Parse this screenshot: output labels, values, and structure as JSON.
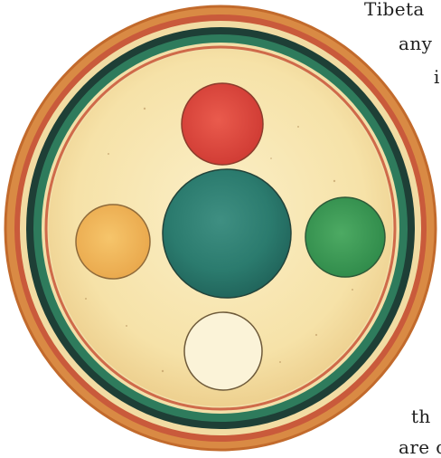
{
  "text_fragments": [
    {
      "text": "Tibeta"
    },
    {
      "text": "any"
    },
    {
      "text": "i"
    },
    {
      "text": "th"
    },
    {
      "text": "are c"
    }
  ],
  "painting": {
    "outer_rim_color": "#d77e3c",
    "red_ring_color": "#c4453a",
    "green_ring_color": "#227055",
    "dark_ring_color": "#1b3b33",
    "field_color": "#f6e2a8",
    "center_circle_color": "#2b7b6e",
    "top_circle_color": "#e0493f",
    "left_circle_color": "#f1b55a",
    "right_circle_color": "#3a9a57",
    "bottom_circle_color": "#f9efd2"
  }
}
